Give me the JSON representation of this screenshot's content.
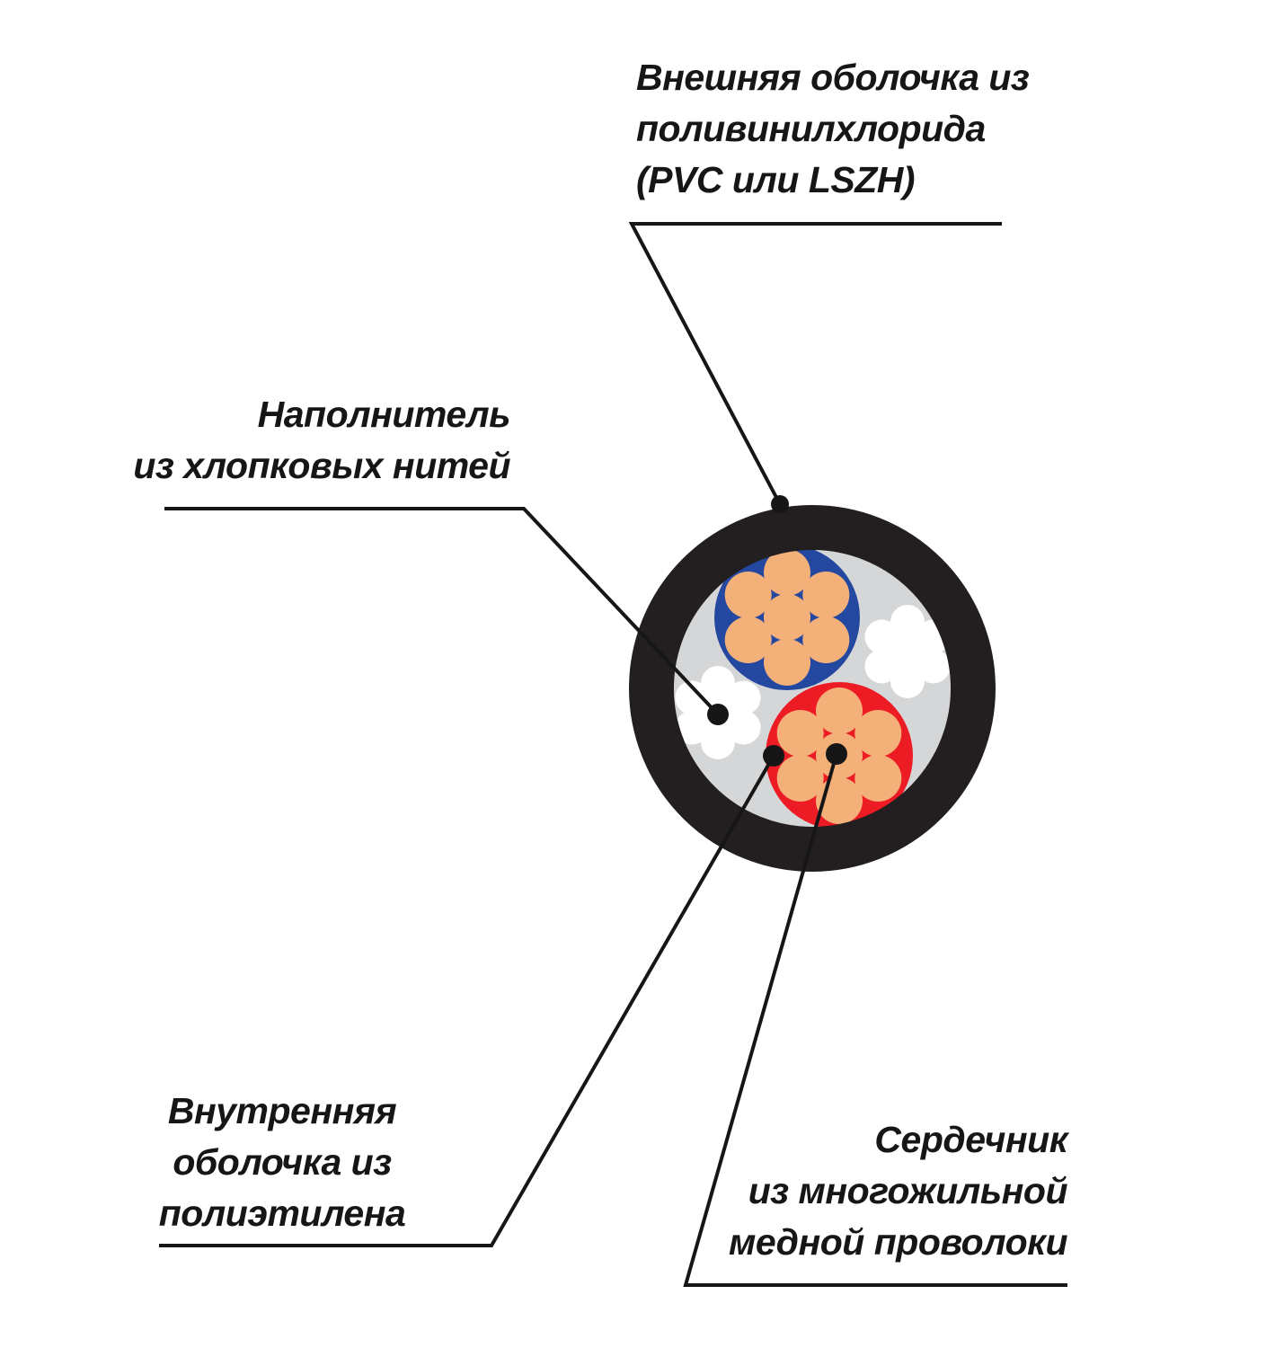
{
  "diagram": {
    "title": "cable-cross-section",
    "colors": {
      "background": "#ffffff",
      "outer_sheath_black": "#231f20",
      "inner_sheath_gray": "#d4d6d8",
      "insulation_blue": "#24489f",
      "insulation_red": "#ec1b24",
      "copper_strand": "#f3b078",
      "cotton_filler_white": "#ffffff",
      "leader_line": "#161616",
      "text": "#161616"
    },
    "labels": {
      "outer_sheath": {
        "lines": [
          "Внешняя оболочка из",
          "поливинилхлорида",
          "(PVC или LSZH)"
        ]
      },
      "filler": {
        "lines": [
          "Наполнитель",
          "из хлопковых нитей"
        ]
      },
      "inner_sheath": {
        "lines": [
          "Внутренняя",
          "оболочка из",
          "полиэтилена"
        ]
      },
      "core": {
        "lines": [
          "Сердечник",
          "из многожильной",
          "медной проволоки"
        ]
      }
    }
  }
}
